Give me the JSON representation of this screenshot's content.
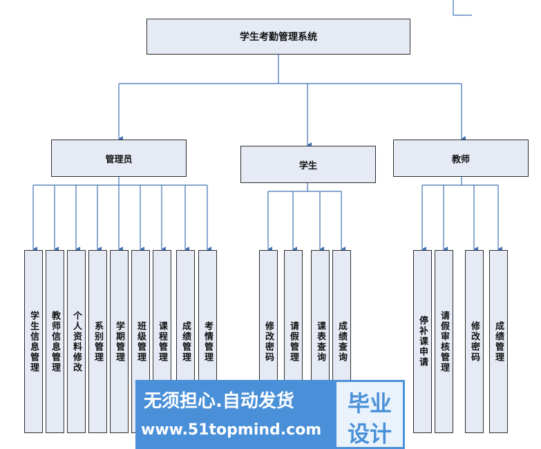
{
  "root": {
    "label": "学生考勤管理系统"
  },
  "roles": [
    {
      "label": "管理员",
      "children": [
        "学生信息管理",
        "教师信息管理",
        "个人资料修改",
        "系别管理",
        "学期管理",
        "班级管理",
        "课程管理",
        "成绩管理",
        "考情管理"
      ]
    },
    {
      "label": "学生",
      "children": [
        "修改密码",
        "请假管理",
        "课表查询",
        "成绩查询"
      ]
    },
    {
      "label": "教师",
      "children": [
        "停补课申请",
        "请假审核管理",
        "修改密码",
        "成绩管理"
      ]
    }
  ],
  "watermark": {
    "line1": "无须担心.自动发货",
    "line2": "www.51topmind.com",
    "badge_top": "毕业",
    "badge_bottom": "设计"
  },
  "colors": {
    "box_fill": "#e5eaf5",
    "connector": "#3d6fb4",
    "watermark": "#4a90d9"
  }
}
